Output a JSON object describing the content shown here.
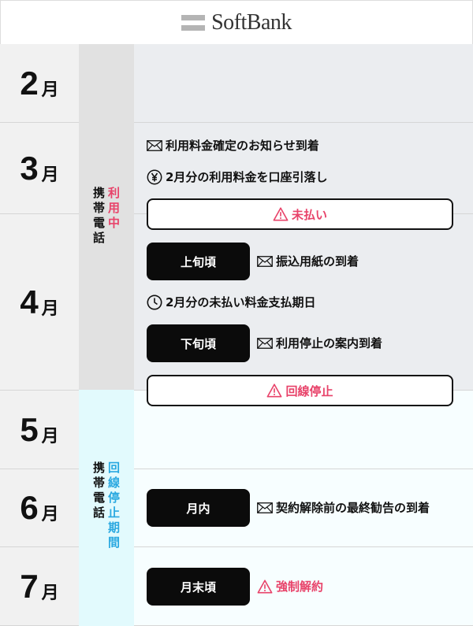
{
  "header": {
    "brand": "SoftBank"
  },
  "months": [
    {
      "num": "2",
      "suffix": "月"
    },
    {
      "num": "3",
      "suffix": "月"
    },
    {
      "num": "4",
      "suffix": "月"
    },
    {
      "num": "5",
      "suffix": "月"
    },
    {
      "num": "6",
      "suffix": "月"
    },
    {
      "num": "7",
      "suffix": "月"
    }
  ],
  "bands": {
    "active": {
      "left": [
        "携",
        "帯",
        "電",
        "話"
      ],
      "right": [
        "利",
        "用",
        "中"
      ],
      "color": "#e8436a",
      "bg": "#e1e1e1"
    },
    "stopped": {
      "left": [
        "携",
        "帯",
        "電",
        "話"
      ],
      "right": [
        "回",
        "線",
        "停",
        "止",
        "期",
        "間"
      ],
      "color": "#29a8e0",
      "bg": "#e2fafd"
    }
  },
  "events": {
    "mar_notice": {
      "icon": "mail-icon",
      "text": "利用料金確定のお知らせ到着"
    },
    "mar_debit": {
      "icon": "yen-icon",
      "text": "2月分の利用料金を口座引落し"
    },
    "unpaid": {
      "icon": "warning-icon",
      "text": "未払い"
    },
    "apr_early": {
      "pill": "上旬頃",
      "icon": "mail-icon",
      "text": "振込用紙の到着"
    },
    "apr_deadline": {
      "icon": "clock-icon",
      "text": "2月分の未払い料金支払期日"
    },
    "apr_late": {
      "pill": "下旬頃",
      "icon": "mail-icon",
      "text": "利用停止の案内到着"
    },
    "line_stop": {
      "icon": "warning-icon",
      "text": "回線停止"
    },
    "jun_within": {
      "pill": "月内",
      "icon": "mail-icon",
      "text": "契約解除前の最終勧告の到着"
    },
    "jul_end": {
      "pill": "月末頃",
      "icon": "warning-icon",
      "text": "強制解約"
    }
  },
  "colors": {
    "alert": "#e8436a",
    "stopped": "#29a8e0",
    "pill": "#0b0b0b"
  }
}
